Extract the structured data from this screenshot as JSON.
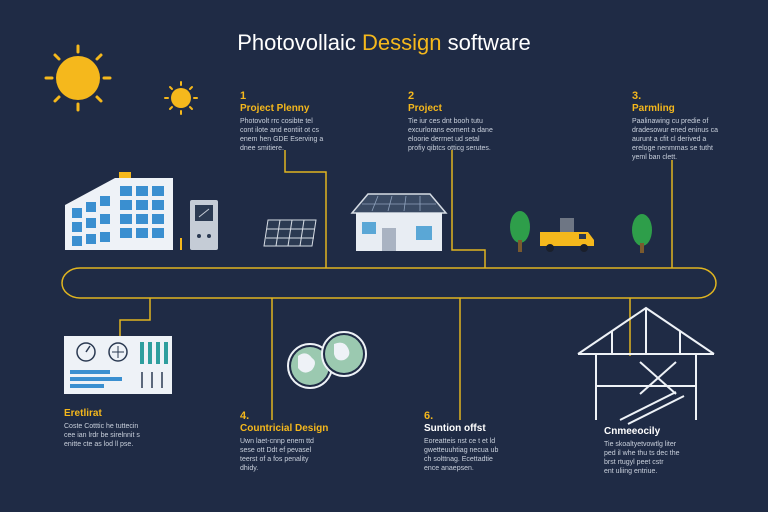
{
  "title": {
    "part1": "Photovollaic ",
    "accent": "Dessign",
    "part2": " software"
  },
  "steps": [
    {
      "number": "1",
      "heading": "Project Plenny",
      "body": [
        "Photovolt rrc cosibte tel",
        "cont ilote and eontiit ot cs",
        "enem hen GDE Eserving a",
        "dnee smitiere."
      ]
    },
    {
      "number": "2",
      "heading": "Project",
      "body": [
        "Tie iur ces dnt booh tutu",
        "excurlorans eoment a dane",
        "eloorie derrnet ud setal",
        "profiy qibtcs otticg serutes."
      ]
    },
    {
      "number": "3.",
      "heading": "Parmling",
      "body": [
        "Paalinawing cu predie of",
        "dradesowur ened eninus ca",
        "aurunt a cfit cl derived a",
        "ereloge nenmmas se tutht",
        "yeml ban clett."
      ]
    },
    {
      "number": "",
      "heading": "Eretlirat",
      "body": [
        "Coste Cotttic he tuttecin",
        "cee ian lrdr be sirelnnit s",
        "enitte cte as lod ll pse."
      ]
    },
    {
      "number": "4.",
      "heading": "Countricial Design",
      "body": [
        "Uwn laet-cnnp enem ttd",
        "sese ott Ddt ef pevasel",
        "teerst of a fos penality",
        "dhidy."
      ]
    },
    {
      "number": "6.",
      "heading": "Suntion offst",
      "body": [
        "Eoreatteis nst ce t et ld",
        "gwetteuuhtiag necua ub",
        "ch solttnag. Ecettadtie",
        "ence anaepsen."
      ]
    },
    {
      "number": "",
      "heading": "Cnmeeocily",
      "body": [
        "Tie skoaltyetvowtlg liter",
        "ped il whe thu ts dec the",
        "brst rtugyl peet cstr",
        "ent uliing entriue."
      ]
    }
  ],
  "colors": {
    "background": "#1f2b45",
    "accent": "#f5b81c",
    "line": "#e0b520",
    "panel": "#eef2f7",
    "cell": "#3a8fd0",
    "tree": "#2e9e4a",
    "globe": "#9bc9b0",
    "house": "#e8edf3"
  },
  "icons": [
    "sun-icon",
    "small-sun-icon",
    "office-building-icon",
    "inverter-icon",
    "solar-panel-icon",
    "house-icon",
    "tree-icon",
    "truck-icon",
    "dashboard-icon",
    "globe-icon",
    "roof-frame-icon"
  ]
}
